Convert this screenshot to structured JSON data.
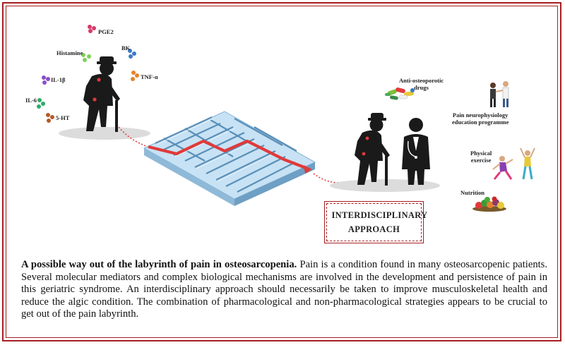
{
  "mediators": {
    "pge2": "PGE2",
    "histamine": "Histamine",
    "bk": "BK",
    "il1b": "IL-1β",
    "tnfa": "TNF-α",
    "il6": "IL-6",
    "ht5": "5-HT"
  },
  "strategies": {
    "drugs": "Anti-osteoporotic\ndrugs",
    "education": "Pain neurophysiology\neducation programme",
    "exercise": "Physical\nexercise",
    "nutrition": "Nutrition"
  },
  "approach_label": "INTERDISCIPLINARY APPROACH",
  "caption": {
    "title": "A possible way out of the labyrinth of pain in osteosarcopenia.",
    "body": " Pain is a condition found in many osteosarcopenic patients. Several molecular mediators and complex biological mechanisms are involved in the development and persistence of pain in this geriatric syndrome. An interdisciplinary approach should necessarily be taken to improve musculoskeletal health and reduce the algic condition. The combination of pharmacological and non-pharmacological strategies appears to be crucial to get out of the pain labyrinth."
  },
  "colors": {
    "frame": "#a61e22",
    "path": "#e03a3a",
    "maze": "#a8cde6",
    "figure": "#1a1a1a"
  }
}
